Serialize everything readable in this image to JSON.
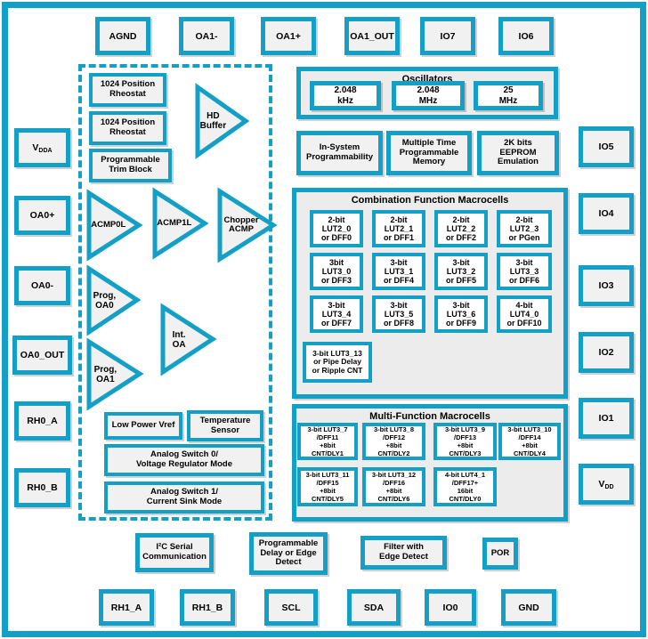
{
  "colors": {
    "accent": "#14A0C6",
    "box_fill": "#F1F1F1",
    "section_fill": "#ECECEC",
    "cell_fill": "#FFFFFF",
    "text": "#000000"
  },
  "pins": {
    "top": [
      {
        "label": "AGND",
        "sub": ""
      },
      {
        "label": "OA1-",
        "sub": ""
      },
      {
        "label": "OA1+",
        "sub": ""
      },
      {
        "label": "OA1_OUT",
        "sub": ""
      },
      {
        "label": "IO7",
        "sub": ""
      },
      {
        "label": "IO6",
        "sub": ""
      }
    ],
    "left": [
      {
        "label": "V",
        "sub": "DDA"
      },
      {
        "label": "OA0+",
        "sub": ""
      },
      {
        "label": "OA0-",
        "sub": ""
      },
      {
        "label": "OA0_OUT",
        "sub": ""
      },
      {
        "label": "RH0_A",
        "sub": ""
      },
      {
        "label": "RH0_B",
        "sub": ""
      }
    ],
    "right": [
      {
        "label": "IO5",
        "sub": ""
      },
      {
        "label": "IO4",
        "sub": ""
      },
      {
        "label": "IO3",
        "sub": ""
      },
      {
        "label": "IO2",
        "sub": ""
      },
      {
        "label": "IO1",
        "sub": ""
      },
      {
        "label": "V",
        "sub": "DD"
      }
    ],
    "bottom": [
      {
        "label": "RH1_A",
        "sub": ""
      },
      {
        "label": "RH1_B",
        "sub": ""
      },
      {
        "label": "SCL",
        "sub": ""
      },
      {
        "label": "SDA",
        "sub": ""
      },
      {
        "label": "IO0",
        "sub": ""
      },
      {
        "label": "GND",
        "sub": ""
      }
    ]
  },
  "analog": {
    "rheostat1": "1024 Position\nRheostat",
    "rheostat2": "1024 Position\nRheostat",
    "trim_block": "Programmable\nTrim Block",
    "hd_buffer": "HD\nBuffer",
    "acmp0l": "ACMP0L",
    "acmp1l": "ACMP1L",
    "chopper_acmp": "Chopper\nACMP",
    "prog_oa0": "Prog,\nOA0",
    "int_oa": "Int.\nOA",
    "prog_oa1": "Prog,\nOA1",
    "low_power_vref": "Low Power Vref",
    "temp_sensor": "Temperature\nSensor",
    "analog_switch0": "Analog Switch 0/\nVoltage Regulator Mode",
    "analog_switch1": "Analog Switch 1/\nCurrent Sink Mode"
  },
  "oscillators": {
    "title": "Oscillators",
    "items": [
      "2.048\nkHz",
      "2.048\nMHz",
      "25\nMHz"
    ]
  },
  "programmability": {
    "items": [
      "In-System\nProgrammability",
      "Multiple Time\nProgrammable\nMemory",
      "2K bits\nEEPROM\nEmulation"
    ]
  },
  "combination": {
    "title": "Combination Function Macrocells",
    "cells": [
      "2-bit\nLUT2_0\nor DFF0",
      "2-bit\nLUT2_1\nor DFF1",
      "2-bit\nLUT2_2\nor DFF2",
      "2-bit\nLUT2_3\nor PGen",
      "3bit\nLUT3_0\nor DFF3",
      "3-bit\nLUT3_1\nor DFF4",
      "3-bit\nLUT3_2\nor DFF5",
      "3-bit\nLUT3_3\nor DFF6",
      "3-bit\nLUT3_4\nor DFF7",
      "3-bit\nLUT3_5\nor DFF8",
      "3-bit\nLUT3_6\nor DFF9",
      "4-bit\nLUT4_0\nor DFF10",
      "3-bit LUT3_13\nor Pipe Delay\nor Ripple CNT"
    ]
  },
  "multifunction": {
    "title": "Multi-Function Macrocells",
    "cells": [
      "3-bit LUT3_7\n/DFF11\n+8bit\nCNT/DLY1",
      "3-bit LUT3_8\n/DFF12\n+8bit\nCNT/DLY2",
      "3-bit LUT3_9\n/DFF13\n+8bit\nCNT/DLY3",
      "3-bit LUT3_10\n/DFF14\n+8bit\nCNT/DLY4",
      "3-bit LUT3_11\n/DFF15\n+8bit\nCNT/DLY5",
      "3-bit LUT3_12\n/DFF16\n+8bit\nCNT/DLY6",
      "4-bit LUT4_1\n/DFF17+\n16bit\nCNT/DLY0"
    ]
  },
  "bottom_blocks": {
    "i2c": "I²C Serial\nCommunication",
    "prog_delay": "Programmable\nDelay or Edge\nDetect",
    "filter": "Filter with\nEdge Detect",
    "por": "POR"
  }
}
